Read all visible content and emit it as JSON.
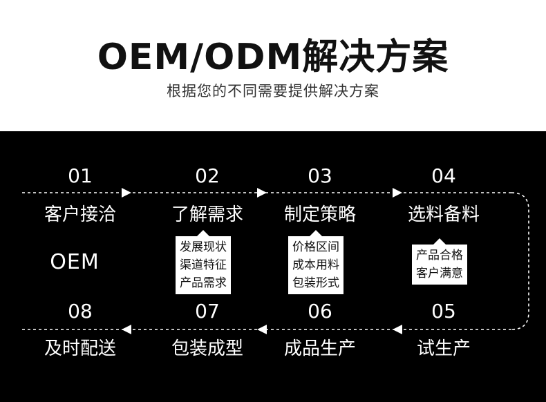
{
  "header": {
    "title": "OEM/ODM解决方案",
    "subtitle": "根据您的不同需要提供解决方案"
  },
  "flow": {
    "center_label": "OEM",
    "steps": [
      {
        "num": "01",
        "label": "客户接洽"
      },
      {
        "num": "02",
        "label": "了解需求"
      },
      {
        "num": "03",
        "label": "制定策略"
      },
      {
        "num": "04",
        "label": "选料备料"
      },
      {
        "num": "05",
        "label": "试生产"
      },
      {
        "num": "06",
        "label": "成品生产"
      },
      {
        "num": "07",
        "label": "包装成型"
      },
      {
        "num": "08",
        "label": "及时配送"
      }
    ],
    "notes": [
      {
        "lines": [
          "发展现状",
          "渠道特征",
          "产品需求"
        ]
      },
      {
        "lines": [
          "价格区间",
          "成本用料",
          "包装形式"
        ]
      },
      {
        "lines": [
          "产品合格",
          "客户满意"
        ]
      }
    ]
  },
  "colors": {
    "panel_bg": "#000000",
    "text_light": "#ffffff",
    "title_dark": "#111111"
  }
}
